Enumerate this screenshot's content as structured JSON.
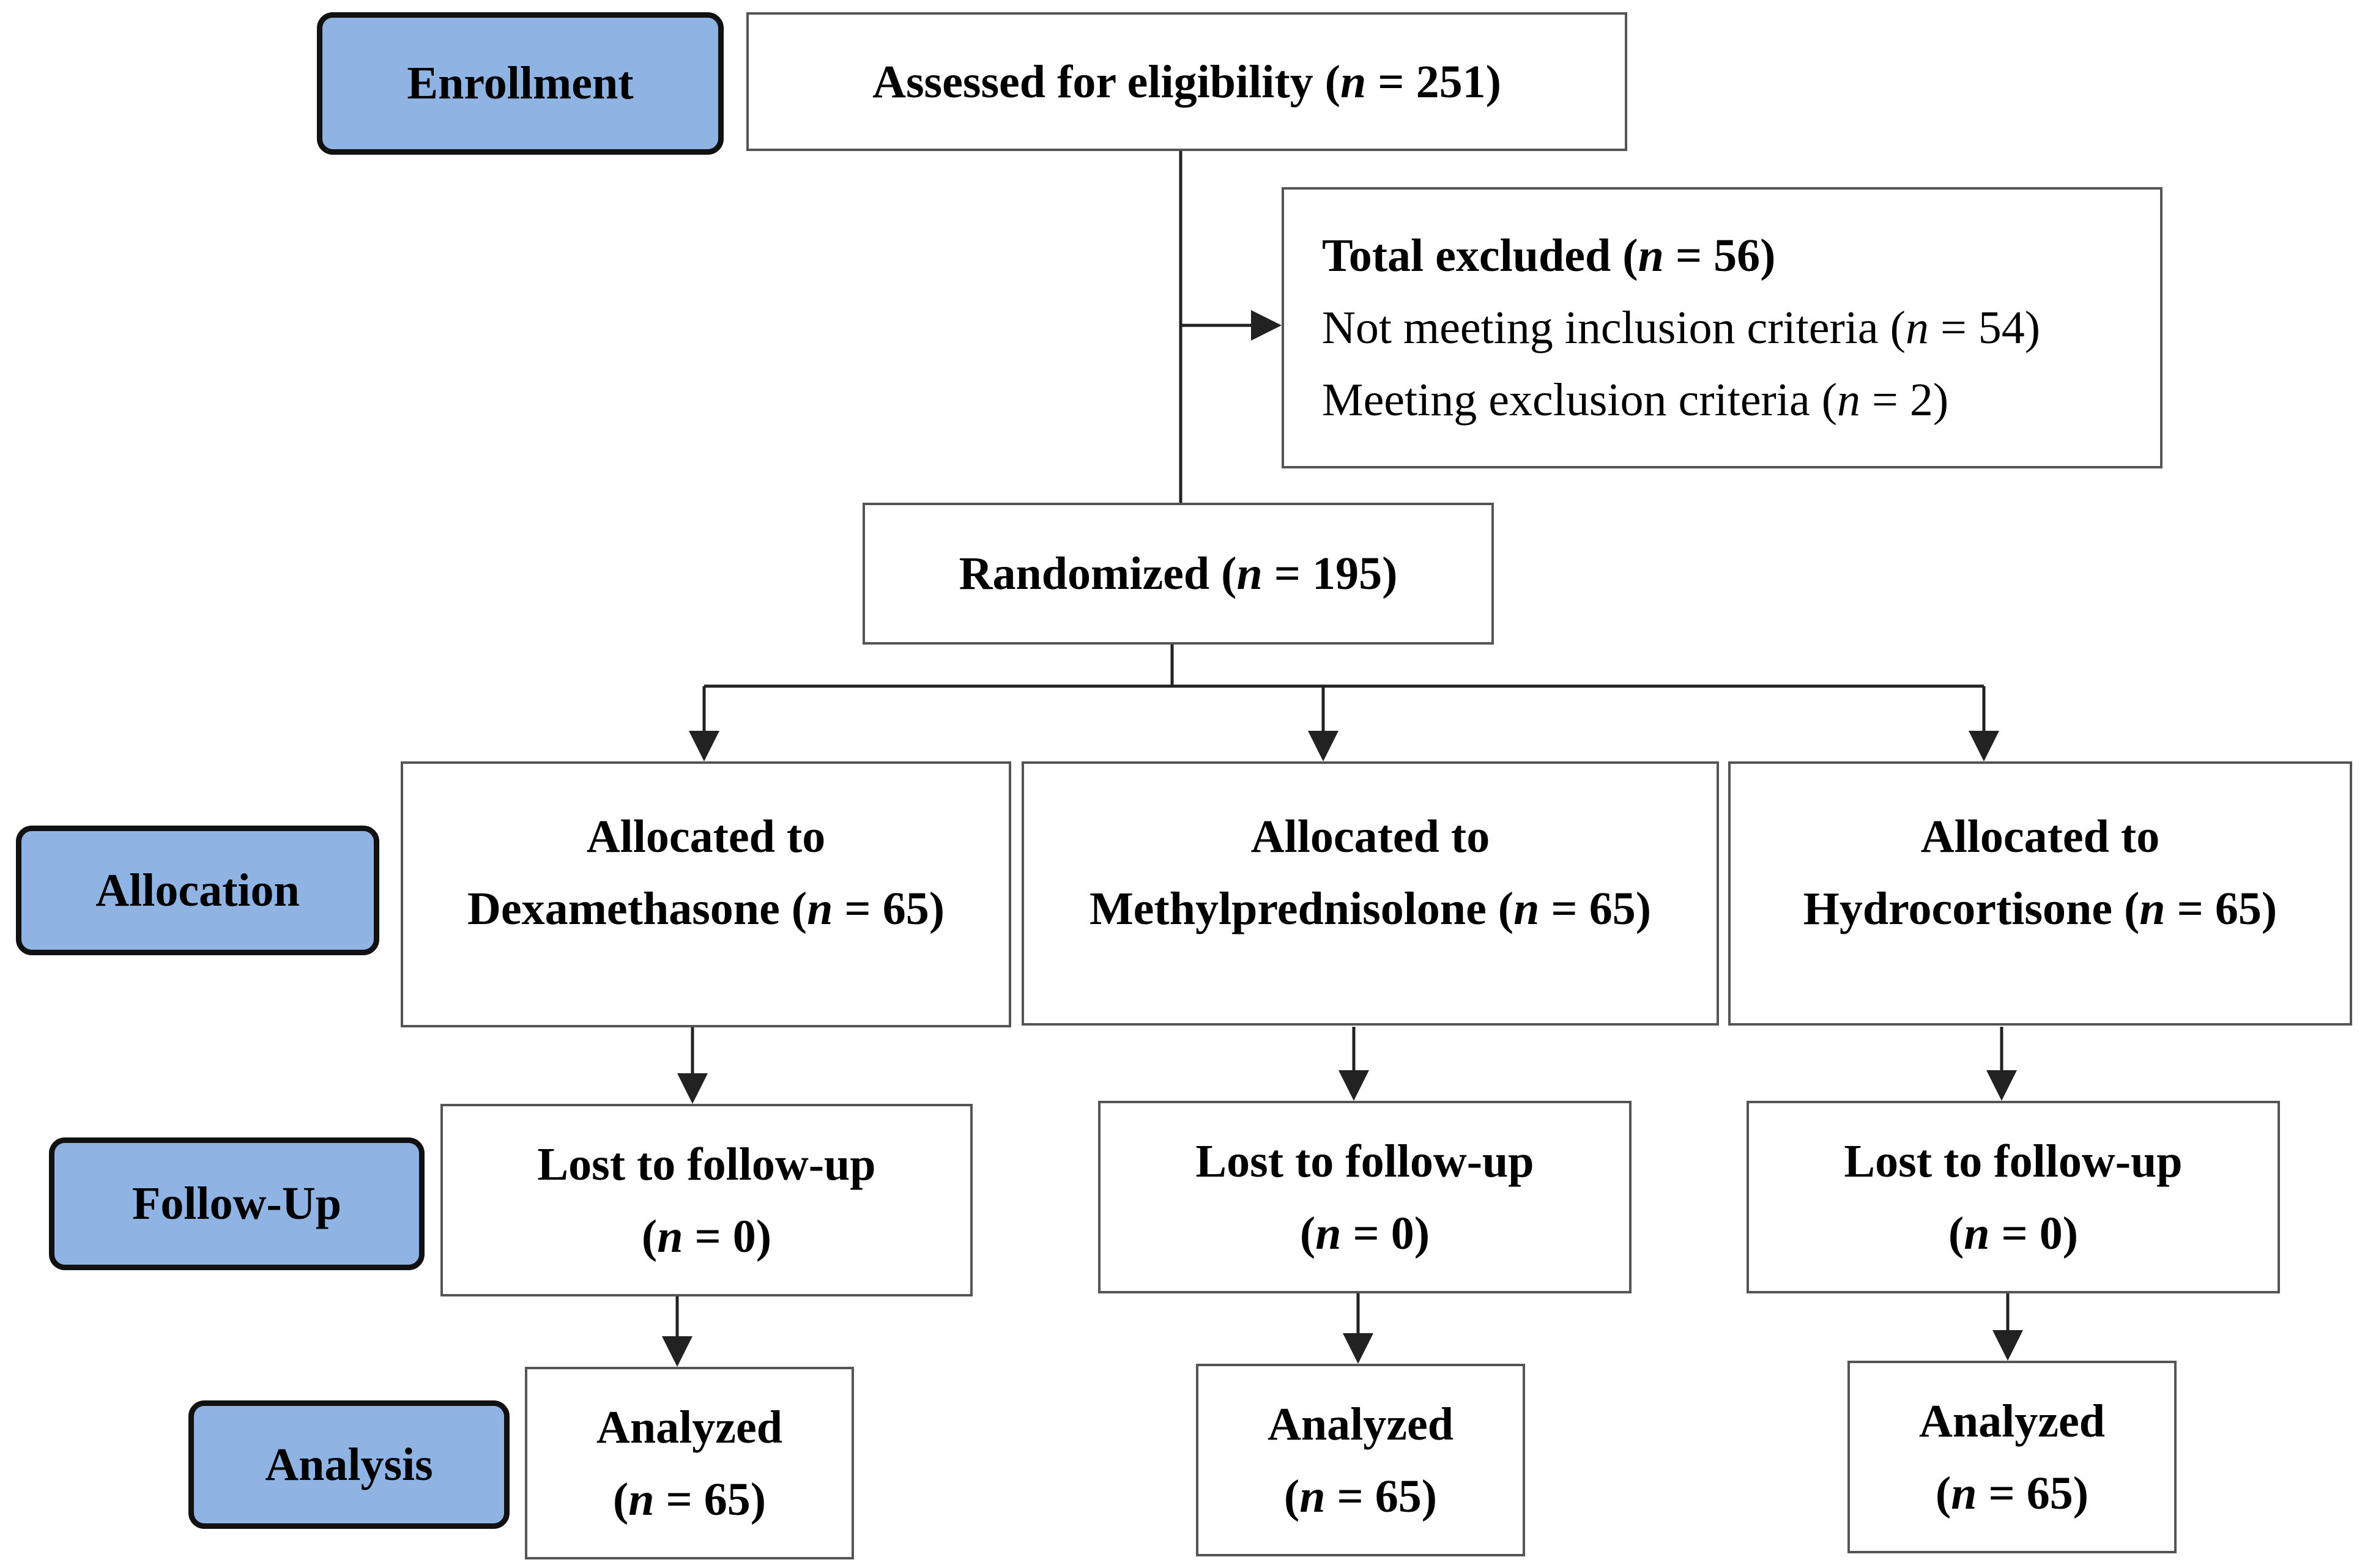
{
  "stages": {
    "enrollment": "Enrollment",
    "allocation": "Allocation",
    "follow_up": "Follow-Up",
    "analysis": "Analysis"
  },
  "assessed": {
    "label": "Assessed for eligibility (",
    "n": "n",
    "value": " = 251)"
  },
  "excluded": {
    "title": {
      "label": "Total excluded (",
      "n": "n",
      "value": " = 56)"
    },
    "line1": {
      "label": "Not meeting inclusion criteria (",
      "n": "n",
      "value": " = 54)"
    },
    "line2": {
      "label": "Meeting exclusion criteria (",
      "n": "n",
      "value": " = 2)"
    }
  },
  "randomized": {
    "label": "Randomized (",
    "n": "n",
    "value": " = 195)"
  },
  "arms": [
    {
      "alloc_line1": "Allocated to",
      "alloc_line2": "Dexamethasone (",
      "alloc_n": "n",
      "alloc_value": " = 65)",
      "lost_line1": "Lost to follow-up",
      "lost_open": "(",
      "lost_n": "n",
      "lost_value": " = 0)",
      "analyzed_line1": "Analyzed",
      "analyzed_open": "(",
      "analyzed_n": "n",
      "analyzed_value": " = 65)"
    },
    {
      "alloc_line1": "Allocated to",
      "alloc_line2": "Methylprednisolone (",
      "alloc_n": "n",
      "alloc_value": " = 65)",
      "lost_line1": "Lost to follow-up",
      "lost_open": "(",
      "lost_n": "n",
      "lost_value": " = 0)",
      "analyzed_line1": "Analyzed",
      "analyzed_open": "(",
      "analyzed_n": "n",
      "analyzed_value": " = 65)"
    },
    {
      "alloc_line1": "Allocated to",
      "alloc_line2": "Hydrocortisone (",
      "alloc_n": "n",
      "alloc_value": " = 65)",
      "lost_line1": "Lost to follow-up",
      "lost_open": "(",
      "lost_n": "n",
      "lost_value": " = 0)",
      "analyzed_line1": "Analyzed",
      "analyzed_open": "(",
      "analyzed_n": "n",
      "analyzed_value": " = 65)"
    }
  ],
  "colors": {
    "stage_fill": "#8fb4e3",
    "stage_border": "#111111",
    "box_border": "#555555",
    "line": "#222222"
  }
}
